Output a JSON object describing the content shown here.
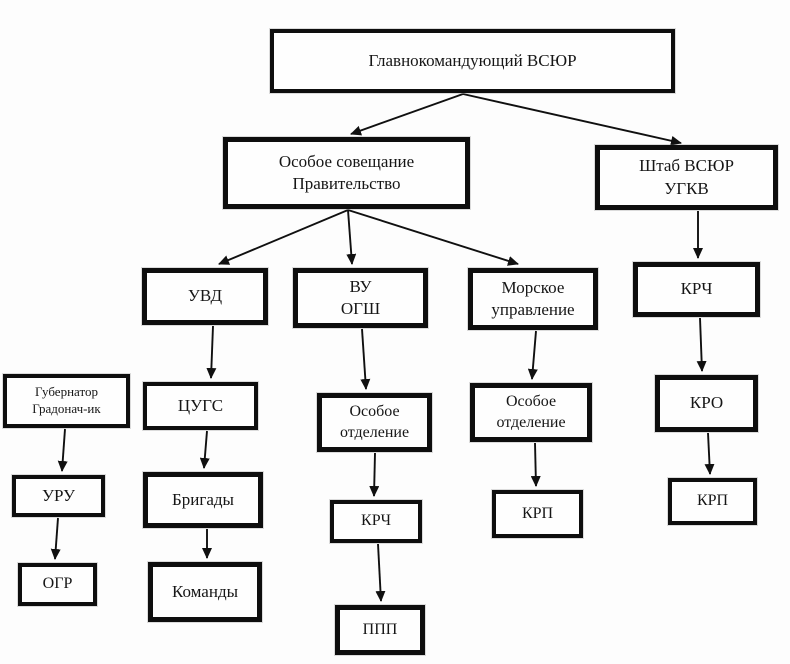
{
  "diagram": {
    "description": "Организационная схема: структура контрразведки ВСЮР",
    "nodes": {
      "commander": {
        "label": "Главнокомандующий ВСЮР"
      },
      "special_council": {
        "label": "Особое совещание\nПравительство"
      },
      "staff": {
        "label": "Штаб ВСЮР\nУГКВ"
      },
      "uvd": {
        "label": "УВД"
      },
      "vu_ogsh": {
        "label": "ВУ\nОГШ"
      },
      "naval": {
        "label": "Морское\nуправление"
      },
      "krch_staff": {
        "label": "КРЧ"
      },
      "governor": {
        "label": "Губернатор\nГрадонач-ик"
      },
      "tsugs": {
        "label": "ЦУГС"
      },
      "special_dept_ogsh": {
        "label": "Особое\nотделение"
      },
      "special_dept_naval": {
        "label": "Особое\nотделение"
      },
      "kro": {
        "label": "КРО"
      },
      "uru": {
        "label": "УРУ"
      },
      "brigades": {
        "label": "Бригады"
      },
      "krch_ogsh": {
        "label": "КРЧ"
      },
      "krp_naval": {
        "label": "КРП"
      },
      "krp_staff": {
        "label": "КРП"
      },
      "ogr": {
        "label": "ОГР"
      },
      "teams": {
        "label": "Команды"
      },
      "ppp": {
        "label": "ППП"
      }
    },
    "edges": [
      {
        "from": "commander",
        "to": "special_council"
      },
      {
        "from": "commander",
        "to": "staff"
      },
      {
        "from": "special_council",
        "to": "uvd"
      },
      {
        "from": "special_council",
        "to": "vu_ogsh"
      },
      {
        "from": "special_council",
        "to": "naval"
      },
      {
        "from": "staff",
        "to": "krch_staff"
      },
      {
        "from": "krch_staff",
        "to": "kro"
      },
      {
        "from": "kro",
        "to": "krp_staff"
      },
      {
        "from": "uvd",
        "to": "tsugs"
      },
      {
        "from": "tsugs",
        "to": "brigades"
      },
      {
        "from": "brigades",
        "to": "teams"
      },
      {
        "from": "vu_ogsh",
        "to": "special_dept_ogsh"
      },
      {
        "from": "special_dept_ogsh",
        "to": "krch_ogsh"
      },
      {
        "from": "krch_ogsh",
        "to": "ppp"
      },
      {
        "from": "naval",
        "to": "special_dept_naval"
      },
      {
        "from": "special_dept_naval",
        "to": "krp_naval"
      },
      {
        "from": "governor",
        "to": "uru"
      },
      {
        "from": "uru",
        "to": "ogr"
      }
    ],
    "colors": {
      "line": "#101010",
      "border": "#0e0e0e",
      "background": "#fdfdfd"
    }
  }
}
